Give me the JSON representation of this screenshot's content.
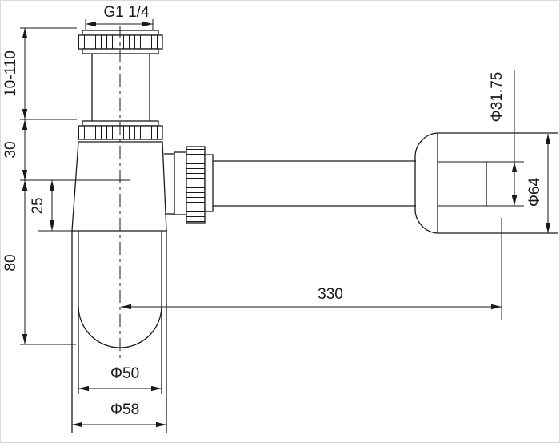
{
  "drawing": {
    "type": "technical-dimension-drawing",
    "subject": "bottle trap siphon with wall outlet pipe",
    "line_color": "#1a1a1a",
    "background_color": "#ffffff"
  },
  "dimensions": {
    "thread_size": "G1 1/4",
    "adjustable_height": "10-110",
    "body_to_outlet": "30",
    "outlet_to_joint": "25",
    "cup_height": "80",
    "cup_inner_diameter": "Φ50",
    "cup_outer_diameter": "Φ58",
    "outlet_length": "330",
    "pipe_diameter": "Φ31.75",
    "flange_diameter": "Φ64"
  }
}
